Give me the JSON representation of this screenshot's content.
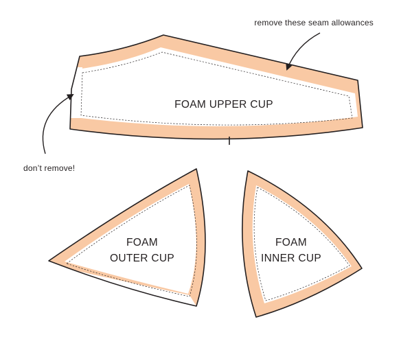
{
  "colors": {
    "seam_allowance": "#f9c9a4",
    "outline": "#231f20",
    "background": "#ffffff"
  },
  "pieces": {
    "upper_cup": {
      "title": "FOAM UPPER CUP"
    },
    "outer_cup": {
      "title_line1": "FOAM",
      "title_line2": "OUTER CUP"
    },
    "inner_cup": {
      "title_line1": "FOAM",
      "title_line2": "INNER CUP"
    }
  },
  "annotations": {
    "remove": "remove these seam allowances",
    "keep": "don’t remove!"
  }
}
